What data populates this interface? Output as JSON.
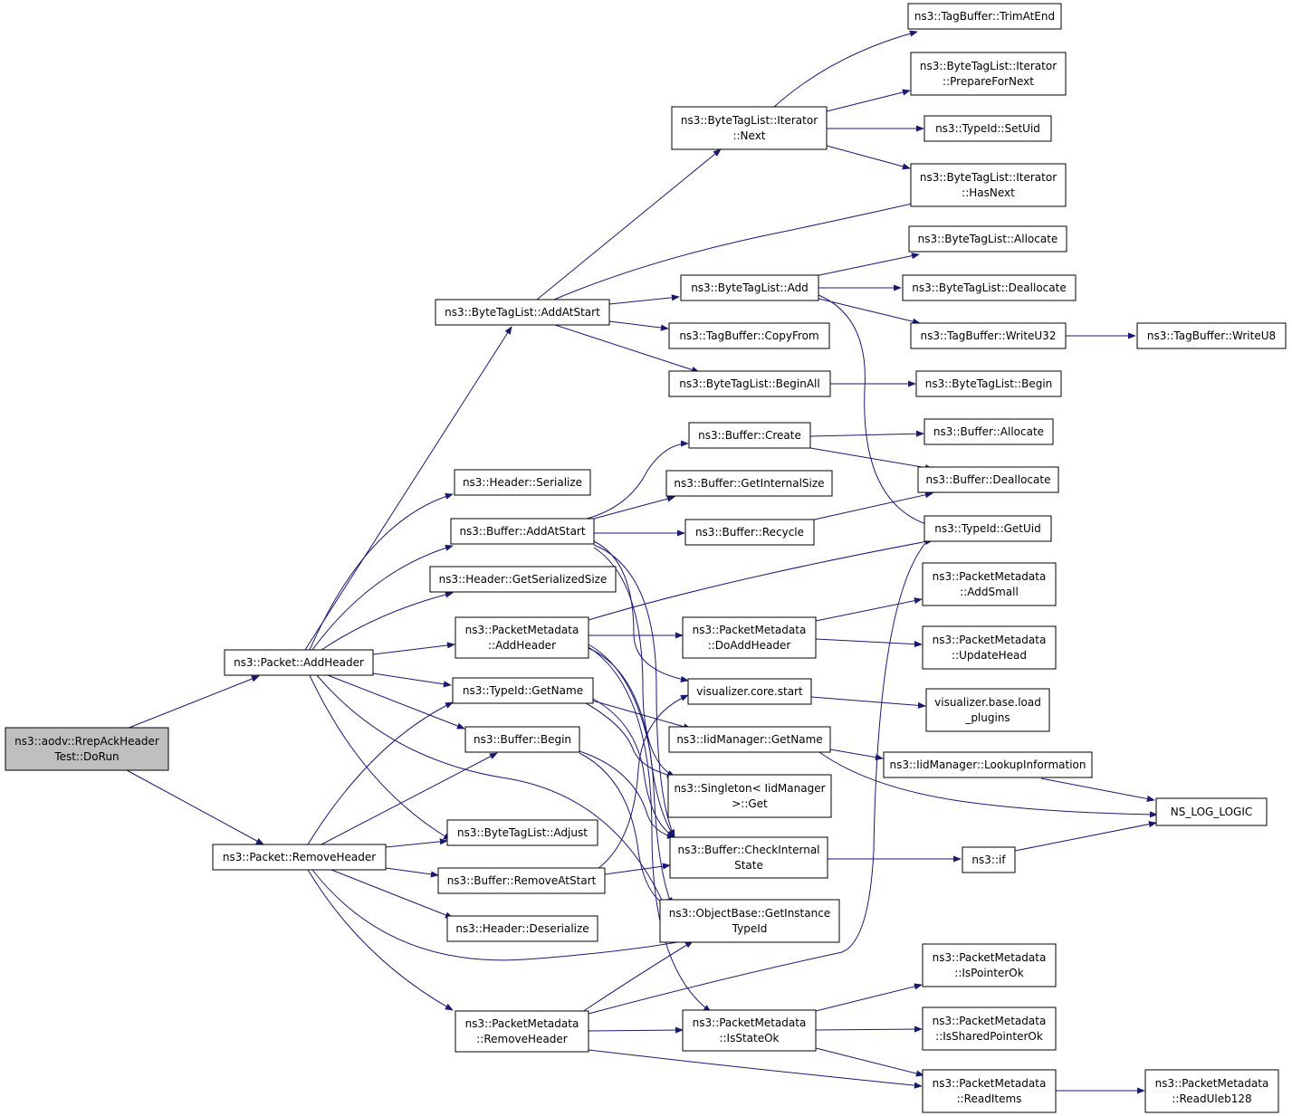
{
  "colors": {
    "edge": "#191970",
    "node_fill": "#ffffff",
    "node_border": "#000000",
    "root_fill": "#bfbfbf",
    "incomplete_border": "#ff0000"
  },
  "nodes": [
    {
      "id": "root",
      "lines": [
        "ns3::aodv::RrepAckHeader",
        "Test::DoRun"
      ],
      "style": "root"
    },
    {
      "id": "addHeader",
      "lines": [
        "ns3::Packet::AddHeader"
      ]
    },
    {
      "id": "removeHeader",
      "lines": [
        "ns3::Packet::RemoveHeader"
      ]
    },
    {
      "id": "btlAddAtStart",
      "lines": [
        "ns3::ByteTagList::AddAtStart"
      ]
    },
    {
      "id": "hdrSerialize",
      "lines": [
        "ns3::Header::Serialize"
      ]
    },
    {
      "id": "bufAddAtStart",
      "lines": [
        "ns3::Buffer::AddAtStart"
      ]
    },
    {
      "id": "hdrGetSerSize",
      "lines": [
        "ns3::Header::GetSerializedSize"
      ]
    },
    {
      "id": "pmAddHeader",
      "lines": [
        "ns3::PacketMetadata",
        "::AddHeader"
      ]
    },
    {
      "id": "tidGetName",
      "lines": [
        "ns3::TypeId::GetName"
      ]
    },
    {
      "id": "bufBegin",
      "lines": [
        "ns3::Buffer::Begin"
      ]
    },
    {
      "id": "btlAdjust",
      "lines": [
        "ns3::ByteTagList::Adjust"
      ]
    },
    {
      "id": "bufRemoveAtStart",
      "lines": [
        "ns3::Buffer::RemoveAtStart"
      ]
    },
    {
      "id": "hdrDeserialize",
      "lines": [
        "ns3::Header::Deserialize"
      ]
    },
    {
      "id": "pmRemoveHeader",
      "lines": [
        "ns3::PacketMetadata",
        "::RemoveHeader"
      ]
    },
    {
      "id": "btliNext",
      "lines": [
        "ns3::ByteTagList::Iterator",
        "::Next"
      ]
    },
    {
      "id": "btlAdd",
      "lines": [
        "ns3::ByteTagList::Add"
      ]
    },
    {
      "id": "tbCopyFrom",
      "lines": [
        "ns3::TagBuffer::CopyFrom"
      ]
    },
    {
      "id": "btlBeginAll",
      "lines": [
        "ns3::ByteTagList::BeginAll"
      ]
    },
    {
      "id": "bufCreate",
      "lines": [
        "ns3::Buffer::Create"
      ]
    },
    {
      "id": "bufGetInternalSize",
      "lines": [
        "ns3::Buffer::GetInternalSize"
      ]
    },
    {
      "id": "bufRecycle",
      "lines": [
        "ns3::Buffer::Recycle"
      ]
    },
    {
      "id": "pmDoAddHeader",
      "lines": [
        "ns3::PacketMetadata",
        "::DoAddHeader"
      ]
    },
    {
      "id": "vizCoreStart",
      "lines": [
        "visualizer.core.start"
      ]
    },
    {
      "id": "iidGetName",
      "lines": [
        "ns3::IidManager::GetName"
      ]
    },
    {
      "id": "singletonGet",
      "lines": [
        "ns3::Singleton< IidManager",
        "  >::Get"
      ]
    },
    {
      "id": "bufCheckInternal",
      "lines": [
        "ns3::Buffer::CheckInternal",
        "State"
      ]
    },
    {
      "id": "obGetInstTypeId",
      "lines": [
        "ns3::ObjectBase::GetInstance",
        "TypeId"
      ]
    },
    {
      "id": "pmIsStateOk",
      "lines": [
        "ns3::PacketMetadata",
        "::IsStateOk"
      ]
    },
    {
      "id": "tbTrimAtEnd",
      "lines": [
        "ns3::TagBuffer::TrimAtEnd"
      ]
    },
    {
      "id": "btliPrepare",
      "lines": [
        "ns3::ByteTagList::Iterator",
        "::PrepareForNext"
      ],
      "style": "incomplete"
    },
    {
      "id": "tidSetUid",
      "lines": [
        "ns3::TypeId::SetUid"
      ]
    },
    {
      "id": "btliHasNext",
      "lines": [
        "ns3::ByteTagList::Iterator",
        "::HasNext"
      ]
    },
    {
      "id": "btlAllocate",
      "lines": [
        "ns3::ByteTagList::Allocate"
      ]
    },
    {
      "id": "btlDeallocate",
      "lines": [
        "ns3::ByteTagList::Deallocate"
      ]
    },
    {
      "id": "tbWriteU32",
      "lines": [
        "ns3::TagBuffer::WriteU32"
      ]
    },
    {
      "id": "tbWriteU8",
      "lines": [
        "ns3::TagBuffer::WriteU8"
      ]
    },
    {
      "id": "btlBegin",
      "lines": [
        "ns3::ByteTagList::Begin"
      ]
    },
    {
      "id": "bufAllocate",
      "lines": [
        "ns3::Buffer::Allocate"
      ]
    },
    {
      "id": "bufDeallocate",
      "lines": [
        "ns3::Buffer::Deallocate"
      ]
    },
    {
      "id": "tidGetUid",
      "lines": [
        "ns3::TypeId::GetUid"
      ]
    },
    {
      "id": "pmAddSmall",
      "lines": [
        "ns3::PacketMetadata",
        "::AddSmall"
      ],
      "style": "incomplete"
    },
    {
      "id": "pmUpdateHead",
      "lines": [
        "ns3::PacketMetadata",
        "::UpdateHead"
      ],
      "style": "incomplete"
    },
    {
      "id": "vizLoadPlugins",
      "lines": [
        "visualizer.base.load",
        "_plugins"
      ],
      "style": "incomplete"
    },
    {
      "id": "iidLookupInfo",
      "lines": [
        "ns3::IidManager::LookupInformation"
      ]
    },
    {
      "id": "nsLogLogic",
      "lines": [
        "NS_LOG_LOGIC"
      ]
    },
    {
      "id": "nsIf",
      "lines": [
        "ns3::if"
      ],
      "style": "incomplete"
    },
    {
      "id": "pmIsPointerOk",
      "lines": [
        "ns3::PacketMetadata",
        "::IsPointerOk"
      ]
    },
    {
      "id": "pmIsSharedPointerOk",
      "lines": [
        "ns3::PacketMetadata",
        "::IsSharedPointerOk"
      ]
    },
    {
      "id": "pmReadItems",
      "lines": [
        "ns3::PacketMetadata",
        "::ReadItems"
      ]
    },
    {
      "id": "pmReadUleb128",
      "lines": [
        "ns3::PacketMetadata",
        "::ReadUleb128"
      ]
    }
  ]
}
